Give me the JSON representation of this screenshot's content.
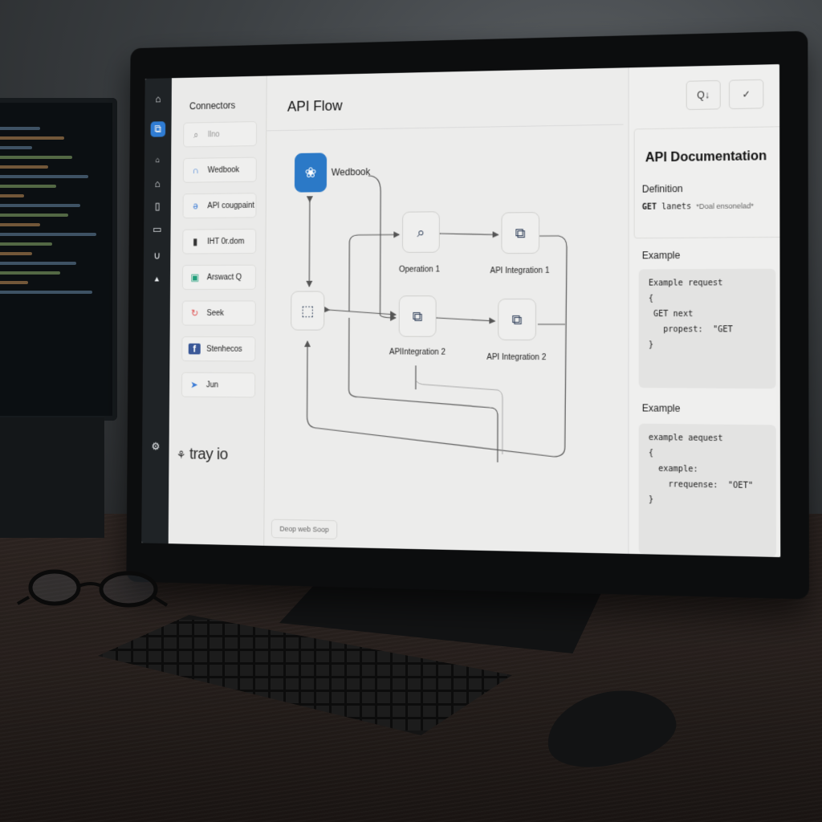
{
  "app": {
    "brand": "tray.io",
    "brand_display": "tray io"
  },
  "rail": {
    "icons": [
      "app-logo-icon",
      "connectors-icon",
      "home-small-icon",
      "home-icon",
      "document-icon",
      "panel-icon",
      "attachment-icon",
      "stack-icon",
      "settings-icon"
    ]
  },
  "connectors": {
    "title": "Connectors",
    "search": {
      "placeholder": "llno",
      "value": ""
    },
    "items": [
      {
        "label": "Wedbook",
        "icon": "webhook-icon",
        "glyph": "∩",
        "color": "#3a7bd5"
      },
      {
        "label": "API cougpaint",
        "icon": "api-icon",
        "glyph": "ə",
        "color": "#3a7bd5"
      },
      {
        "label": "IHT 0r.dom",
        "icon": "device-icon",
        "glyph": "▮",
        "color": "#333333"
      },
      {
        "label": "Arswact Q",
        "icon": "box-icon",
        "glyph": "▣",
        "color": "#1f9e7a"
      },
      {
        "label": "Seek",
        "icon": "circle-arrows-icon",
        "glyph": "↻",
        "color": "#e05555"
      },
      {
        "label": "Stenhecos",
        "icon": "facebook-icon",
        "glyph": "f",
        "color": "#3b5998"
      },
      {
        "label": "Jun",
        "icon": "bird-icon",
        "glyph": "➤",
        "color": "#3a7bd5"
      }
    ]
  },
  "flow": {
    "title": "API Flow",
    "nodes": [
      {
        "id": "webhook",
        "label": "Wedbook",
        "icon": "webhook-icon",
        "glyph": "❀"
      },
      {
        "id": "router",
        "label": "",
        "icon": "link-icon",
        "glyph": "⬚"
      },
      {
        "id": "operation1",
        "label": "Operation 1",
        "icon": "search-nodes-icon",
        "glyph": "⌕"
      },
      {
        "id": "api1",
        "label": "API Integration 1",
        "icon": "integration-icon",
        "glyph": "⧉"
      },
      {
        "id": "apiint2a",
        "label": "APIIntegration 2",
        "icon": "integration-icon",
        "glyph": "⧉"
      },
      {
        "id": "api2",
        "label": "API Integration 2",
        "icon": "integration-icon",
        "glyph": "⧉"
      }
    ],
    "footer_button": "Deop web Soop"
  },
  "toolbar": {
    "search_label": "Q↓",
    "confirm_label": "✓"
  },
  "docs": {
    "title": "API Documentation",
    "definition_label": "Definition",
    "definition": {
      "method": "GET",
      "path": "lanets",
      "note": "*Doal ensonelad*"
    },
    "examples": [
      {
        "heading": "Example",
        "lines": [
          "Example request",
          "{",
          " GET next",
          "   propest:  \"GET",
          "}"
        ]
      },
      {
        "heading": "Example",
        "lines": [
          "example aequest",
          "{",
          "  example:",
          "    rrequense:  \"OET\"",
          "}"
        ]
      }
    ]
  }
}
